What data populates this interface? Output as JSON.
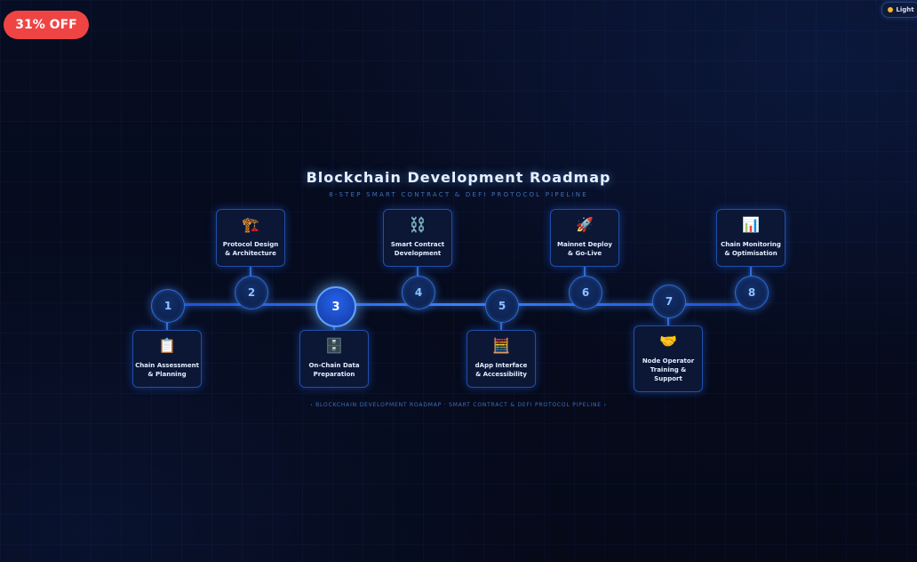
{
  "promo": {
    "badge": "31% OFF"
  },
  "theme_toggle": {
    "label": "Light",
    "icon": "sun-icon",
    "dot_color": "#f5b82e"
  },
  "header": {
    "title": "Blockchain Development Roadmap",
    "subtitle": "8-STEP SMART CONTRACT & DEFI PROTOCOL PIPELINE"
  },
  "colors": {
    "accent": "#3b82f6",
    "badge": "#ef4444",
    "background": "#060b1c"
  },
  "steps": [
    {
      "number": "1",
      "label": "Chain Assessment\n& Planning",
      "icon": "clipboard-icon",
      "glyph": "📋",
      "position": "below"
    },
    {
      "number": "2",
      "label": "Protocol Design\n& Architecture",
      "icon": "crane-icon",
      "glyph": "🏗️",
      "position": "above"
    },
    {
      "number": "3",
      "label": "On-Chain Data\nPreparation",
      "icon": "database-icon",
      "glyph": "🗄️",
      "position": "below",
      "active": true
    },
    {
      "number": "4",
      "label": "Smart Contract\nDevelopment",
      "icon": "chain-icon",
      "glyph": "⛓️",
      "position": "above"
    },
    {
      "number": "5",
      "label": "dApp Interface\n& Accessibility",
      "icon": "calculator-icon",
      "glyph": "🧮",
      "position": "below"
    },
    {
      "number": "6",
      "label": "Mainnet Deploy\n& Go-Live",
      "icon": "rocket-icon",
      "glyph": "🚀",
      "position": "above"
    },
    {
      "number": "7",
      "label": "Node Operator\nTraining &\nSupport",
      "icon": "handshake-icon",
      "glyph": "🤝",
      "position": "below"
    },
    {
      "number": "8",
      "label": "Chain Monitoring\n& Optimisation",
      "icon": "bar-chart-icon",
      "glyph": "📊",
      "position": "above"
    }
  ],
  "footer": {
    "text": "‹  BLOCKCHAIN DEVELOPMENT ROADMAP · SMART CONTRACT & DEFI PROTOCOL PIPELINE  ›"
  }
}
